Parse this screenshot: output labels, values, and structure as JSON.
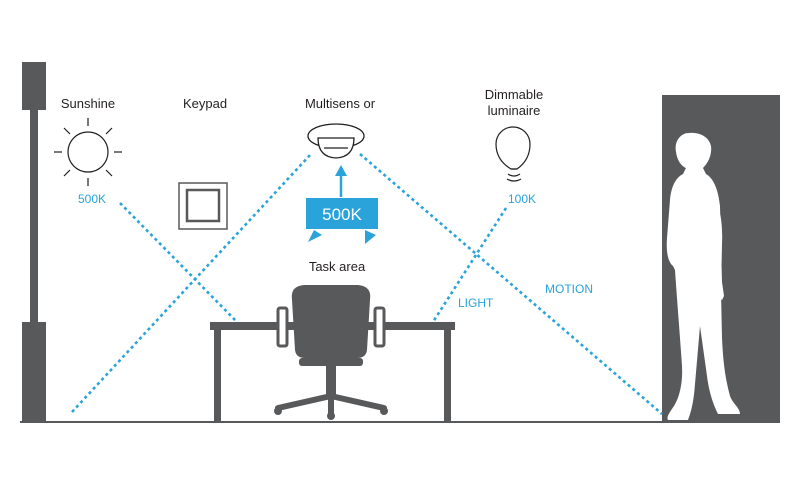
{
  "labels": {
    "sunshine": "Sunshine",
    "keypad": "Keypad",
    "multisensor": "Multisens or",
    "dimmable_line1": "Dimmable",
    "dimmable_line2": "luminaire",
    "task_area": "Task area",
    "light": "LIGHT",
    "motion": "MOTION"
  },
  "readings": {
    "sun_lux": "500K",
    "sensor_lux": "500K",
    "luminaire_lux": "100K"
  },
  "icons": [
    "sun-icon",
    "keypad-icon",
    "multisensor-icon",
    "bulb-icon",
    "person-icon",
    "desk-icon",
    "office-chair-icon"
  ],
  "colors": {
    "accent": "#29a3da",
    "structure": "#58595b",
    "text": "#231f20"
  }
}
